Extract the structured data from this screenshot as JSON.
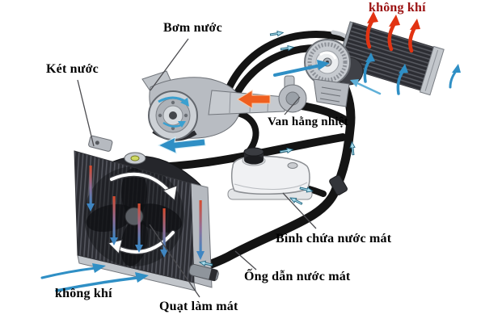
{
  "labels": {
    "air_out_heater": "không khí",
    "water_pump": "Bơm nước",
    "radiator": "Két nước",
    "thermostat": "Van hằng nhiệt",
    "reservoir": "Bình chứa nước mát",
    "coolant_pipe": "Ống dẫn nước mát",
    "air_in_radiator": "không khí",
    "cooling_fan": "Quạt làm mát"
  },
  "colors": {
    "background": "#ffffff",
    "label_text": "#000000",
    "air_out_label_text": "#9b1010",
    "hot_air_arrow": "#e23312",
    "cool_air_arrow": "#2f8fc5",
    "coolant_flow_marker": "#a8dcec",
    "hot_coolant_arrow": "#ef5f1f",
    "hose": "#141414",
    "radiator_core": "#2c2d33",
    "metal_light": "#c3c7cc",
    "tank_body": "#f0f1f3"
  }
}
